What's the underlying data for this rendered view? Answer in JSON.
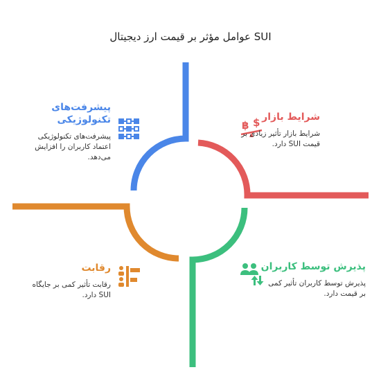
{
  "title": "عوامل مؤثر بر قیمت ارز دیجیتال SUI",
  "quadrants": {
    "tech": {
      "heading_line1": "پیشرفت‌های",
      "heading_line2": "تکنولوژیکی",
      "desc_line1": "پیشرفت‌های تکنولوژیکی",
      "desc_line2": "اعتماد کاربران را افزایش",
      "desc_line3": "می‌دهد.",
      "color": "#4a86e8",
      "icon": "network-grid-icon"
    },
    "market": {
      "heading": "شرایط بازار",
      "desc_line1": "شرایط بازار تأثیر زیادی بر",
      "desc_line2": "قیمت SUI دارد.",
      "color": "#e35a5a",
      "icon": "currency-scale-icon"
    },
    "competition": {
      "heading": "رقابت",
      "desc_line1": "رقابت تأثیر کمی بر جایگاه",
      "desc_line2": "SUI دارد.",
      "color": "#e0892e",
      "icon": "competition-ranking-icon"
    },
    "adoption": {
      "heading": "پذیرش توسط کاربران",
      "desc_line1": "پذیرش توسط کاربران تأثیر کمی",
      "desc_line2": "بر قیمت دارد.",
      "color": "#3cbf7e",
      "icon": "users-arrows-icon"
    }
  }
}
